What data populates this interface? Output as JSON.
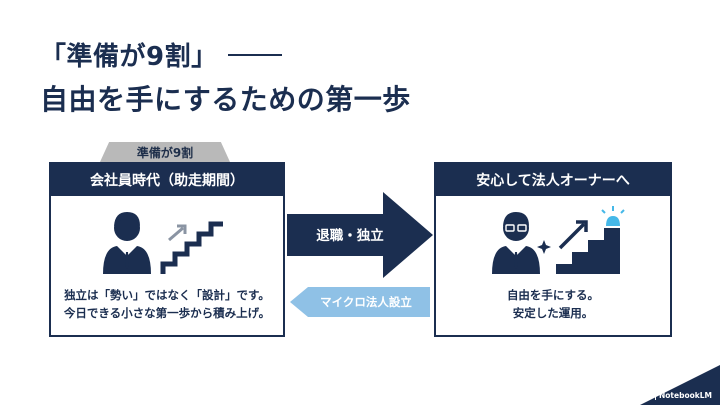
{
  "slide": {
    "title_line1": "「準備が9割」",
    "title_line2": "自由を手にするための第一歩",
    "tag": "準備が9割"
  },
  "left_card": {
    "header": "会社員時代（助走期間）",
    "line1": "独立は「勢い」ではなく「設計」です。",
    "line2": "今日できる小さな第一歩から積み上げ。"
  },
  "right_card": {
    "header": "安心して法人オーナーへ",
    "line1": "自由を手にする。",
    "line2": "安定した運用。"
  },
  "arrows": {
    "forward_label": "退職・独立",
    "back_label": "マイクロ法人設立"
  },
  "brand": {
    "name": "NotebookLM"
  },
  "colors": {
    "navy": "#1b2e50",
    "light_blue": "#8fc1e6",
    "tag_grey": "#b9b9b9",
    "accent_cyan": "#45b8e8"
  }
}
